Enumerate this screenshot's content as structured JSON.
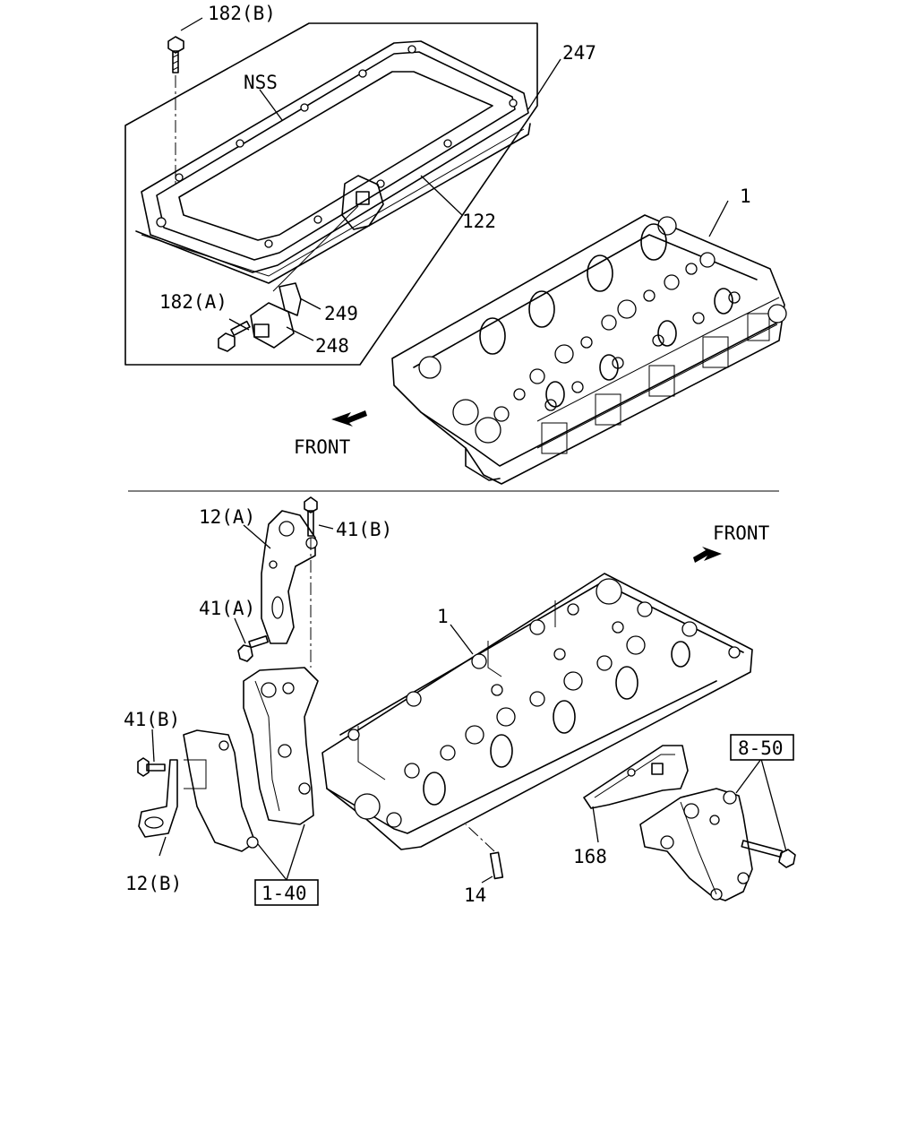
{
  "top_assembly": {
    "labels": {
      "bolt_182b": "182(B)",
      "nss": "NSS",
      "cover_247": "247",
      "gasket_122": "122",
      "head_1": "1",
      "bolt_182a": "182(A)",
      "sensor_249": "249",
      "sensor_248": "248",
      "front": "FRONT"
    }
  },
  "bottom_assembly": {
    "labels": {
      "bracket_12a": "12(A)",
      "bolt_41b_top": "41(B)",
      "front": "FRONT",
      "bolt_41a": "41(A)",
      "head_1": "1",
      "bolt_41b_left": "41(B)",
      "ref_8_50": "8-50",
      "bracket_12b": "12(B)",
      "ref_1_40": "1-40",
      "stud_14": "14",
      "gasket_168": "168"
    }
  }
}
